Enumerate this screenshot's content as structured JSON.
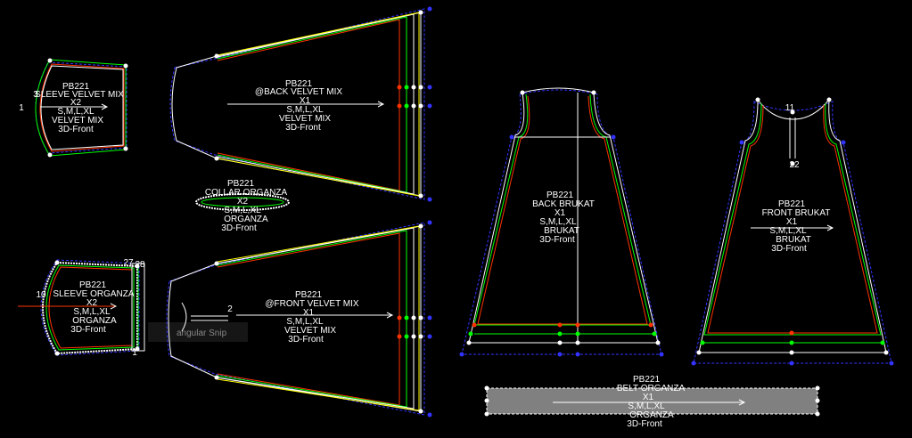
{
  "pieces": {
    "sleeve_velvet": {
      "code": "PB221",
      "name": "SLEEVE VELVET MIX",
      "qty": "X2",
      "sizes": "S,M,L,XL",
      "material": "VELVET MIX",
      "mode": "3D-Front",
      "marker_left": "1",
      "marker_right": "3"
    },
    "back_velvet": {
      "code": "PB221",
      "name": "@BACK VELVET MIX",
      "qty": "X1",
      "sizes": "S,M,L,XL",
      "material": "VELVET MIX",
      "mode": "3D-Front"
    },
    "collar": {
      "code": "PB221",
      "name": "COLLAR ORGANZA",
      "qty": "X2",
      "sizes": "S,M,L,XL",
      "material": "ORGANZA",
      "mode": "3D-Front"
    },
    "sleeve_organza": {
      "code": "PB221",
      "name": "SLEEVE ORGANZA",
      "qty": "X2",
      "sizes": "S,M,L,XL",
      "material": "ORGANZA",
      "mode": "3D-Front",
      "marker_left": "10",
      "marker_top1": "27",
      "marker_top2": "28",
      "marker_bottom": "1"
    },
    "front_velvet": {
      "code": "PB221",
      "name": "@FRONT VELVET MIX",
      "qty": "X1",
      "sizes": "S,M,L,XL",
      "material": "VELVET MIX",
      "mode": "3D-Front",
      "marker": "2"
    },
    "back_brukat": {
      "code": "PB221",
      "name": "BACK BRUKAT",
      "qty": "X1",
      "sizes": "S,M,L,XL",
      "material": "BRUKAT",
      "mode": "3D-Front"
    },
    "front_brukat": {
      "code": "PB221",
      "name": "FRONT BRUKAT",
      "qty": "X1",
      "sizes": "S,M,L,XL",
      "material": "BRUKAT",
      "mode": "3D-Front",
      "marker_top": "11",
      "marker_bottom": "22"
    },
    "belt": {
      "code": "PB221",
      "name": "BELT ORGANZA",
      "qty": "X1",
      "sizes": "S,M,L,XL",
      "material": "ORGANZA",
      "mode": "3D-Front"
    }
  },
  "overlay_text": "angular Snip",
  "colors": {
    "white": "#ffffff",
    "green": "#00ff00",
    "red": "#ff3300",
    "blue": "#3333ff",
    "yellow": "#ffff00",
    "belt_fill": "#808080"
  }
}
